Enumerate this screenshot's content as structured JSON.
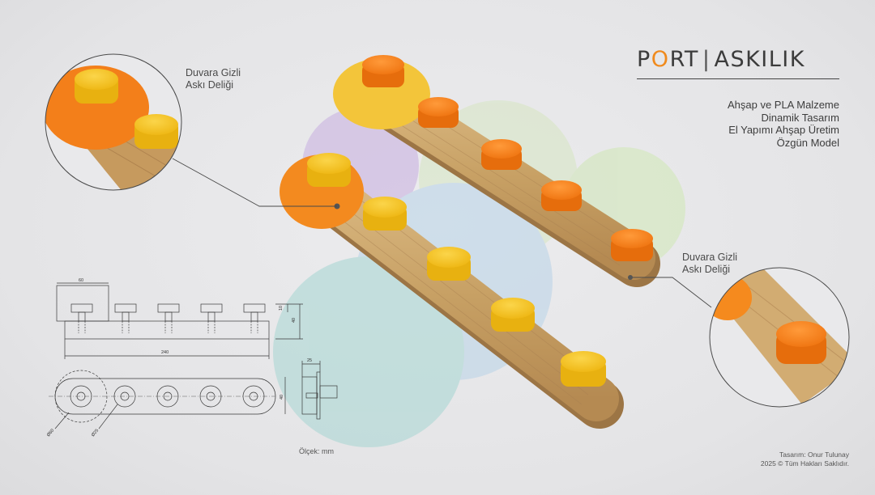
{
  "brand": {
    "title_p": "P",
    "title_o": "O",
    "title_rt": "RT",
    "title_sep": "|",
    "title_rest": "ASKILIK",
    "accent_color": "#f08a1c"
  },
  "features": [
    "Ahşap ve PLA Malzeme",
    "Dinamik Tasarım",
    "El Yapımı Ahşap Üretim",
    "Özgün Model"
  ],
  "callout_left": {
    "line1": "Duvara Gizli",
    "line2": "Askı Deliği"
  },
  "callout_right": {
    "line1": "Duvara Gizli",
    "line2": "Askı Deliği"
  },
  "drawing": {
    "dim_width": "240",
    "dim_plate": "60",
    "dim_height": "40",
    "dim_peg": "10",
    "dim_side_w": "25",
    "dim_side_h": "40",
    "dim_dia1": "Ø60",
    "dim_dia2": "Ø25"
  },
  "scale_label": "Ölçek: mm",
  "credits": {
    "designer": "Tasarım: Onur Tulunay",
    "copyright": "2025 © Tüm Hakları Saklıdır."
  },
  "colors": {
    "orange": "#f07f1d",
    "yellow": "#f7c420",
    "wood": "#c9a26a"
  }
}
